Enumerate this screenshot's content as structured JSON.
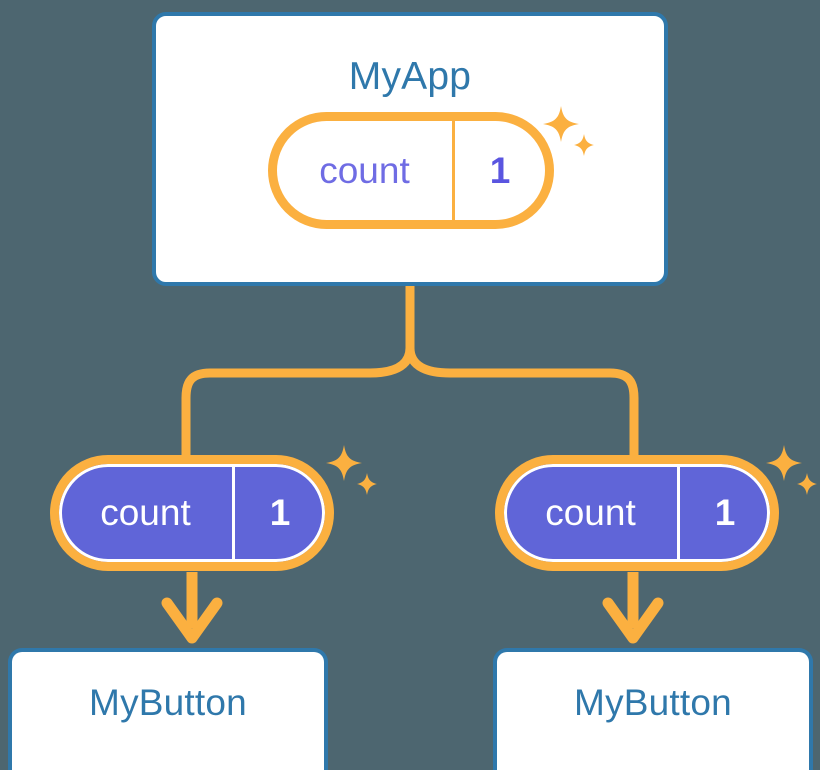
{
  "diagram": {
    "type": "component-tree",
    "background_color": "#4d6670",
    "accent_orange": "#fbb040",
    "accent_orange_soft": "#fde3bb",
    "accent_blue": "#2f78ab",
    "accent_purple": "#6065d8",
    "signal_text_purple": "#6f6ce4"
  },
  "root": {
    "title": "MyApp",
    "signal": {
      "key": "count",
      "value": "1",
      "style": "light"
    },
    "sparkle_icon": "sparkles-icon"
  },
  "children": [
    {
      "title": "MyButton",
      "signal": {
        "key": "count",
        "value": "1",
        "style": "filled"
      },
      "sparkle_icon": "sparkles-icon",
      "arrow_icon": "arrow-down-icon"
    },
    {
      "title": "MyButton",
      "signal": {
        "key": "count",
        "value": "1",
        "style": "filled"
      },
      "sparkle_icon": "sparkles-icon",
      "arrow_icon": "arrow-down-icon"
    }
  ]
}
